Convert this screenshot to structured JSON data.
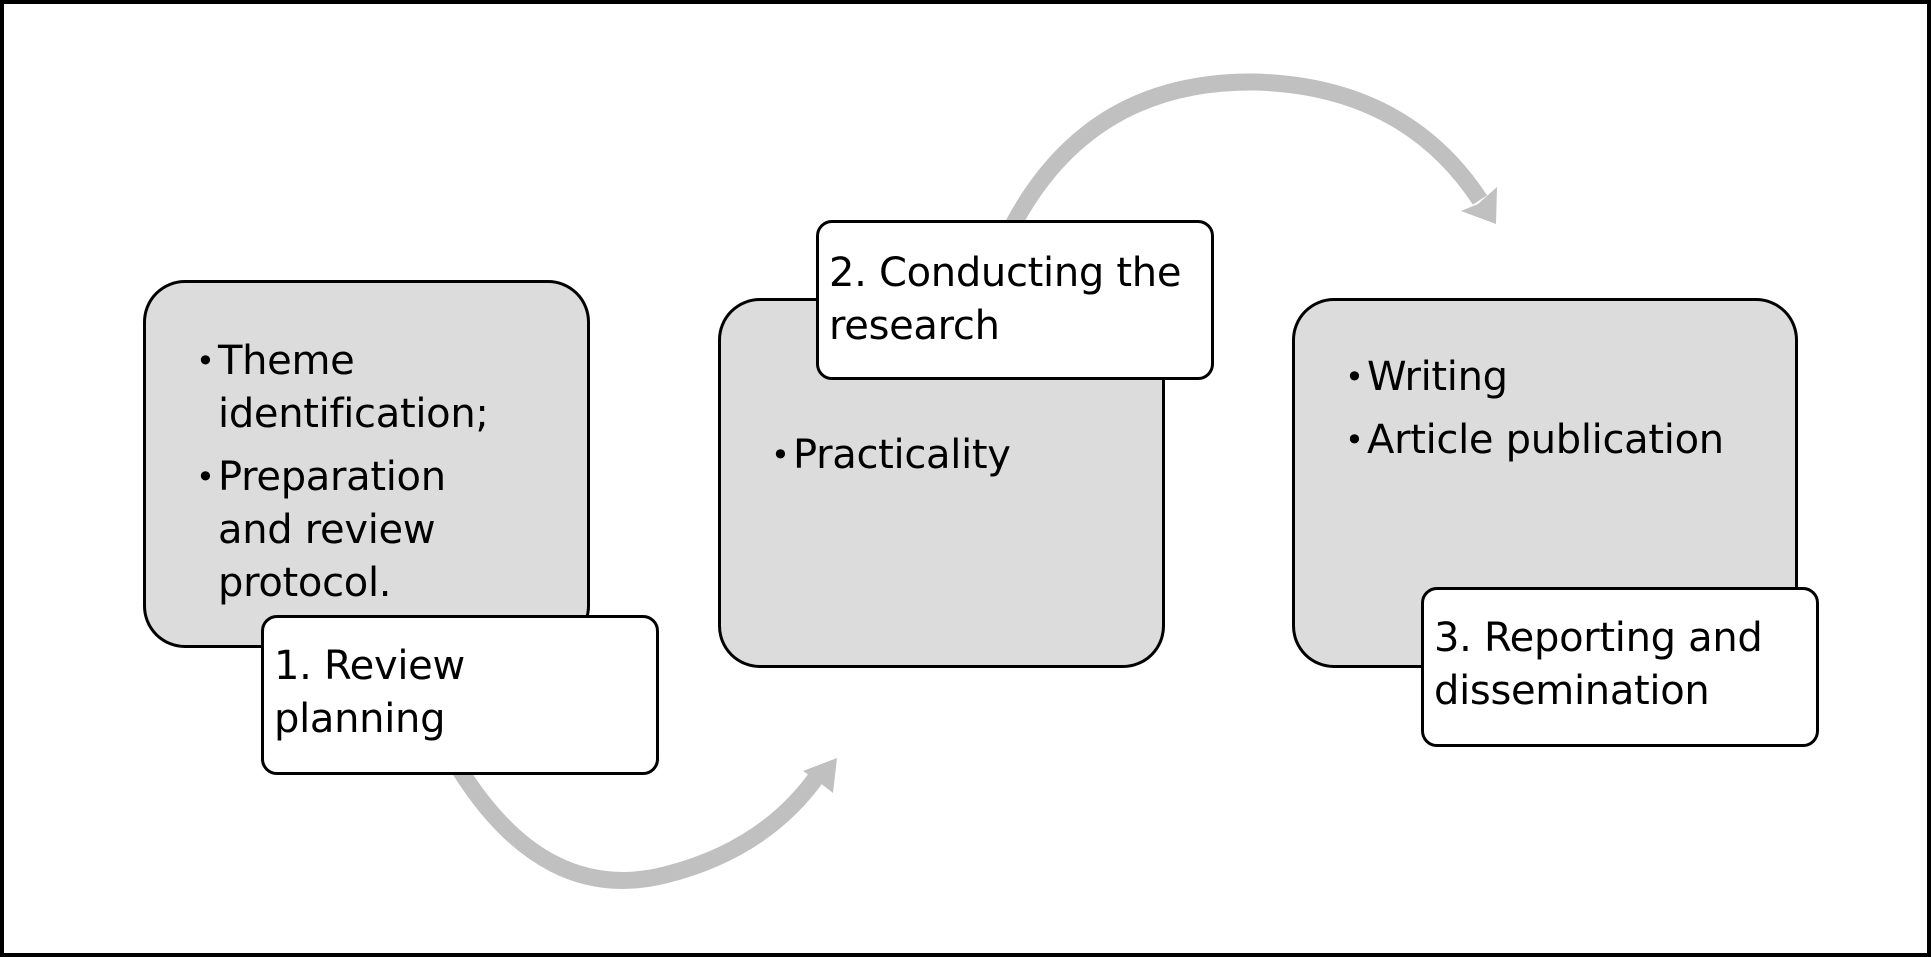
{
  "diagram": {
    "type": "process-flow",
    "colors": {
      "panel_fill": "#dcdcdc",
      "label_fill": "#ffffff",
      "outline": "#000000",
      "arrow": "#c0c0c0",
      "frame": "#000000"
    },
    "stages": [
      {
        "label": "1. Review\nplanning",
        "bullets": [
          "Theme identification;",
          "Preparation and review protocol."
        ]
      },
      {
        "label": "2. Conducting the\nresearch",
        "bullets": [
          "Practicality"
        ]
      },
      {
        "label": "3. Reporting and\ndissemination",
        "bullets": [
          "Writing",
          "Article publication"
        ]
      }
    ],
    "connectors": [
      {
        "from": "stage-1",
        "to": "stage-2",
        "style": "curved-arrow-below"
      },
      {
        "from": "stage-2",
        "to": "stage-3",
        "style": "curved-arrow-above"
      }
    ],
    "bullet_glyph": "•"
  }
}
